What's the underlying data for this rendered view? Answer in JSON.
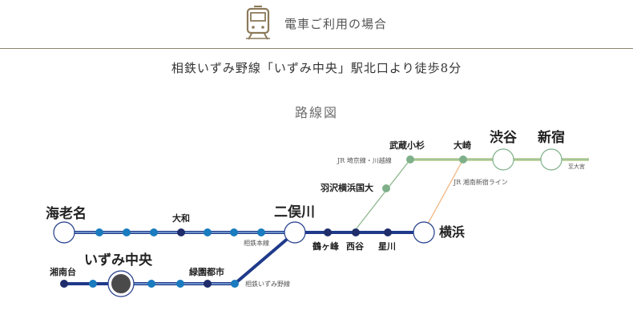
{
  "header": {
    "icon": "train-icon",
    "title": "電車ご利用の場合"
  },
  "access_text": "相鉄いずみ野線「いずみ中央」駅北口より徒歩8分",
  "map": {
    "title": "路線図",
    "colors": {
      "sotetsu_main": "#1f3a8a",
      "sotetsu_main_light": "#4a90d9",
      "izumino": "#1f3a8a",
      "jr_line": "#8fb88f",
      "shonan_line": "#f0b27a",
      "station_blue": "#1a7bbf",
      "station_navy": "#1f2d6b",
      "station_green": "#7fb08a",
      "highlight": "#4a4a4a"
    },
    "stations": {
      "ebina": "海老名",
      "yamato": "大和",
      "futamatagawa": "二俣川",
      "tsurugamine": "鶴ヶ峰",
      "nishiya": "西谷",
      "hoshikawa": "星川",
      "yokohama": "横浜",
      "shonandai": "湘南台",
      "izumi_chuo": "いずみ中央",
      "ryokuentoshi": "緑園都市",
      "hazawa": "羽沢横浜国大",
      "musashikosugi": "武蔵小杉",
      "osaki": "大崎",
      "shibuya": "渋谷",
      "shinjuku": "新宿"
    },
    "line_labels": {
      "sotetsu_main": "相鉄本線",
      "izumino": "相鉄いずみ野線",
      "jr_saikyo": "JR 埼京線・川越線",
      "jr_shonan": "JR 湘南新宿ライン",
      "toward_omiya": "至大宮"
    }
  }
}
